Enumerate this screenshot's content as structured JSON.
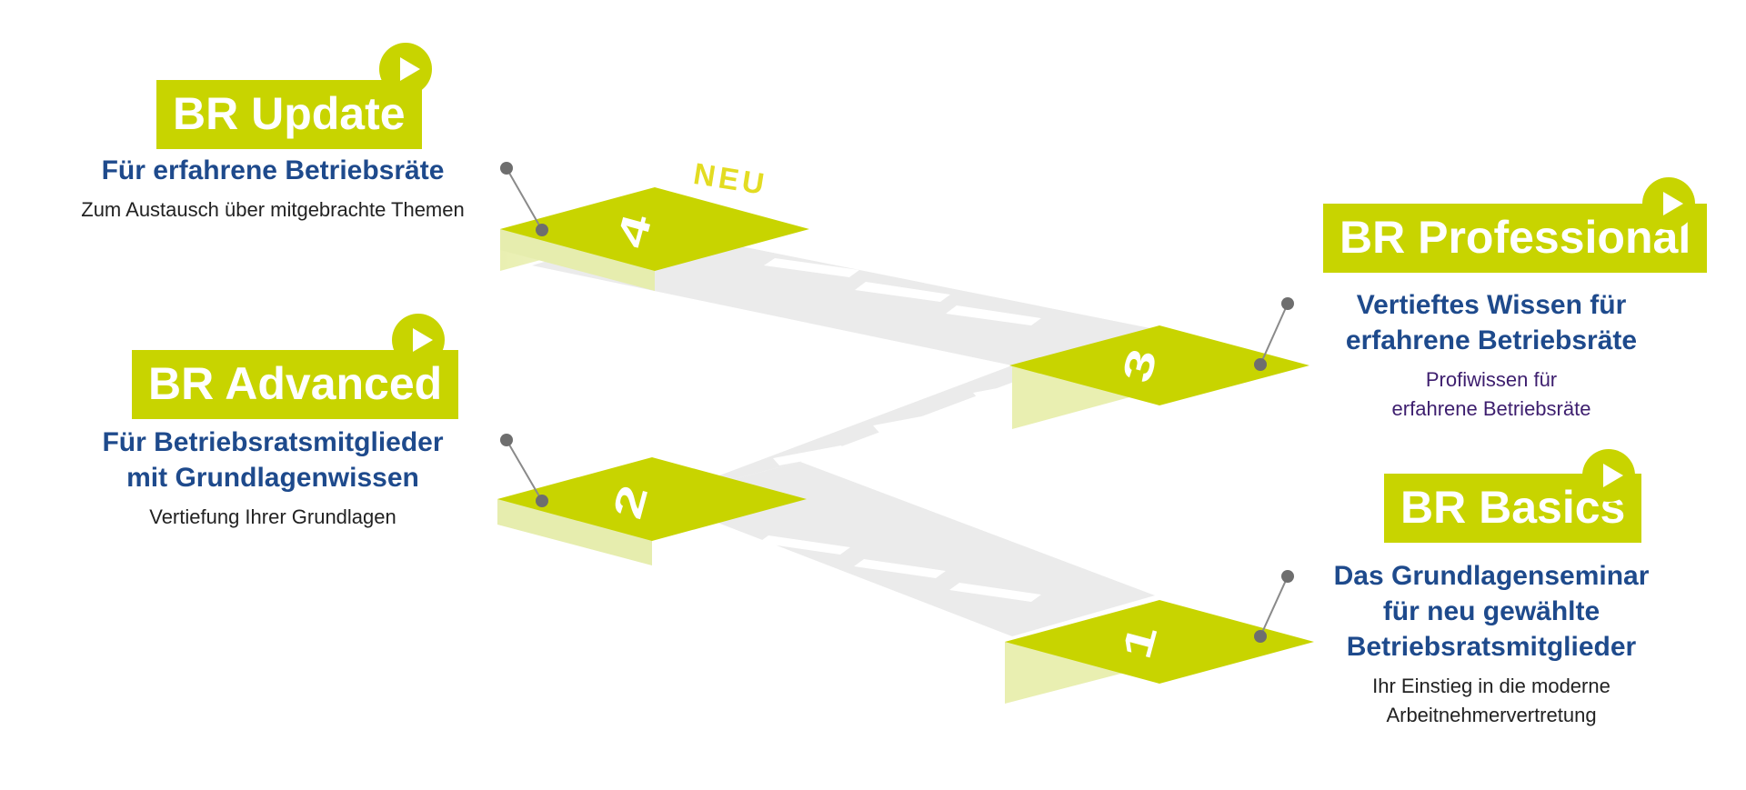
{
  "colors": {
    "accent": "#c8d400",
    "title_blue": "#1e4a8c",
    "text_dark": "#222222",
    "text_purple": "#3d1e6e",
    "path_gray": "#ebebeb",
    "new_yellow": "#e3dc22"
  },
  "badges": {
    "update": "BR Update",
    "advanced": "BR Advanced",
    "professional": "BR Professional",
    "basics": "BR Basics"
  },
  "update": {
    "subtitle": "Für erfahrene Betriebsräte",
    "desc": "Zum Austausch über mitgebrachte Themen"
  },
  "advanced": {
    "subtitle": "Für Betriebsratsmitglieder\nmit Grundlagenwissen",
    "desc": "Vertiefung Ihrer Grundlagen"
  },
  "professional": {
    "subtitle": "Vertieftes Wissen für\nerfahrene Betriebsräte",
    "desc": "Profiwissen für\nerfahrene Betriebsräte"
  },
  "basics": {
    "subtitle": "Das Grundlagenseminar\nfür neu gewählte\nBetriebsratsmitglieder",
    "desc": "Ihr Einstieg in die moderne\nArbeitnehmervertretung"
  },
  "steps": [
    "1",
    "2",
    "3",
    "4"
  ],
  "new_label": "NEU",
  "icons": {
    "play": "play-icon",
    "pin": "pin-dot-icon"
  }
}
